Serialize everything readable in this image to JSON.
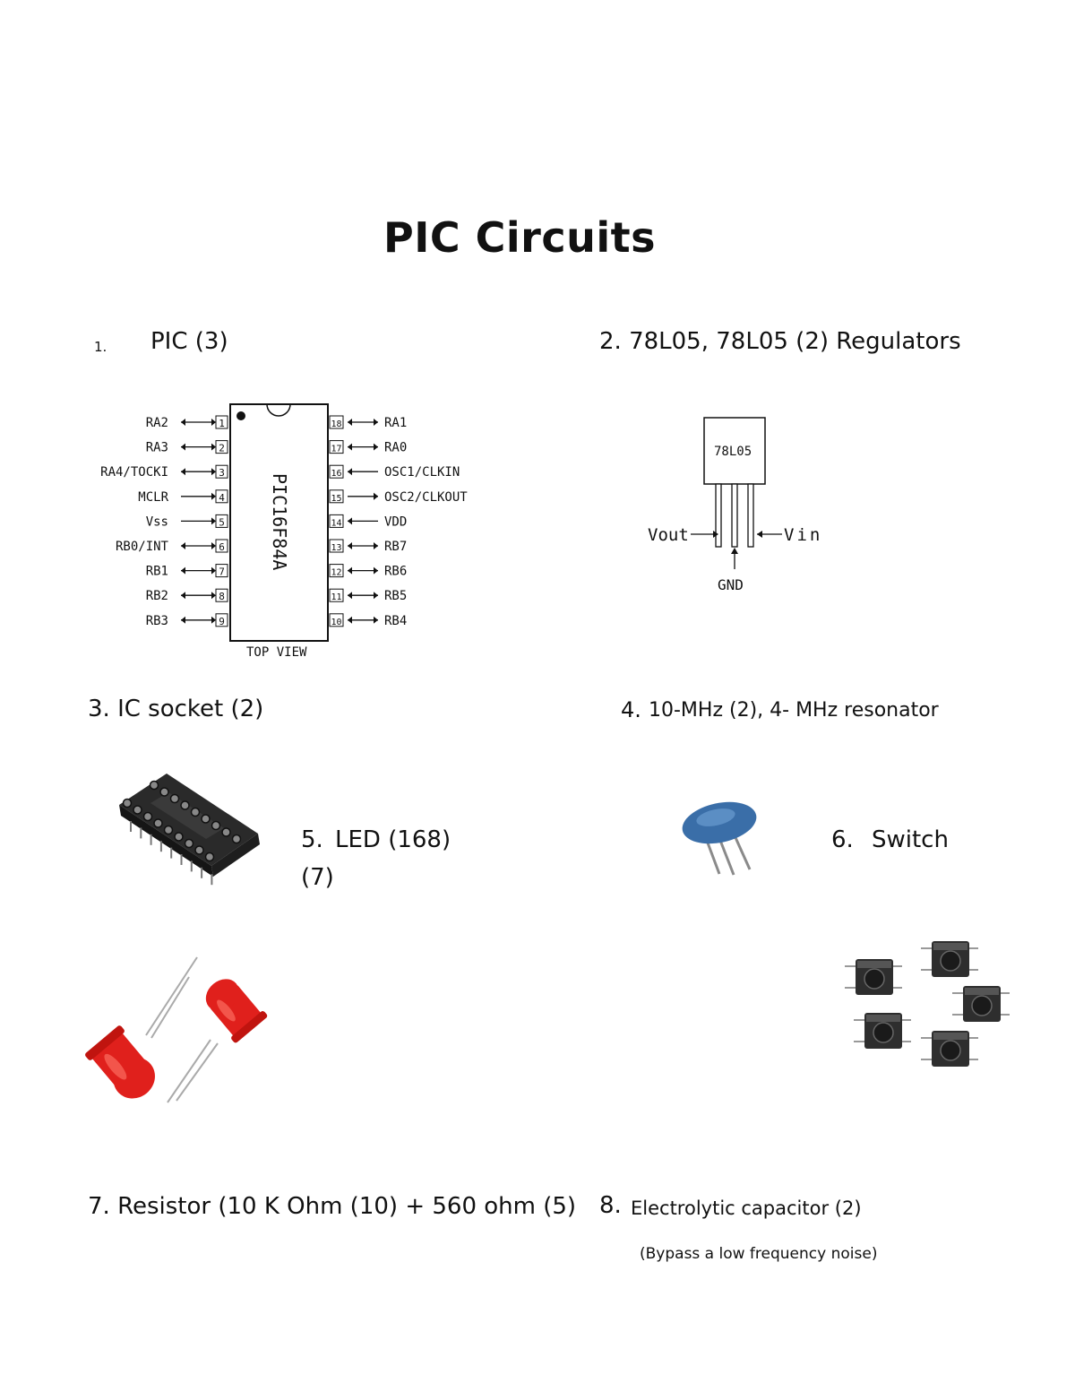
{
  "title": "PIC Circuits",
  "items": [
    {
      "num": "1.",
      "label": "PIC (3)"
    },
    {
      "label": "2. 78L05, 78L05 (2) Regulators"
    },
    {
      "label": "3. IC socket (2)"
    },
    {
      "num": "4.",
      "label": "10-MHz (2), 4- MHz resonator"
    },
    {
      "num": "5.",
      "label": "LED (168)",
      "label2": "(7)"
    },
    {
      "num": "6.",
      "label": "Switch"
    },
    {
      "label": "7. Resistor (10 K Ohm (10) + 560 ohm (5)"
    },
    {
      "num": "8.",
      "label": "Electrolytic capacitor (2)",
      "note": "(Bypass a low frequency noise)"
    }
  ],
  "pic_chip": {
    "name": "PIC16F84A",
    "view": "TOP VIEW",
    "left_pins": [
      {
        "n": "1",
        "name": "RA2"
      },
      {
        "n": "2",
        "name": "RA3"
      },
      {
        "n": "3",
        "name": "RA4/TOCKI"
      },
      {
        "n": "4",
        "name": "MCLR"
      },
      {
        "n": "5",
        "name": "Vss"
      },
      {
        "n": "6",
        "name": "RB0/INT"
      },
      {
        "n": "7",
        "name": "RB1"
      },
      {
        "n": "8",
        "name": "RB2"
      },
      {
        "n": "9",
        "name": "RB3"
      }
    ],
    "right_pins": [
      {
        "n": "18",
        "name": "RA1"
      },
      {
        "n": "17",
        "name": "RA0"
      },
      {
        "n": "16",
        "name": "OSC1/CLKIN"
      },
      {
        "n": "15",
        "name": "OSC2/CLKOUT"
      },
      {
        "n": "14",
        "name": "VDD"
      },
      {
        "n": "13",
        "name": "RB7"
      },
      {
        "n": "12",
        "name": "RB6"
      },
      {
        "n": "11",
        "name": "RB5"
      },
      {
        "n": "10",
        "name": "RB4"
      }
    ]
  },
  "regulator": {
    "part": "78L05",
    "vout": "Vout",
    "vin": "Vin",
    "gnd": "GND"
  },
  "colors": {
    "led_red": "#e0201c",
    "resonator_blue": "#3a6ea8",
    "socket_dark": "#2a2a2a"
  }
}
